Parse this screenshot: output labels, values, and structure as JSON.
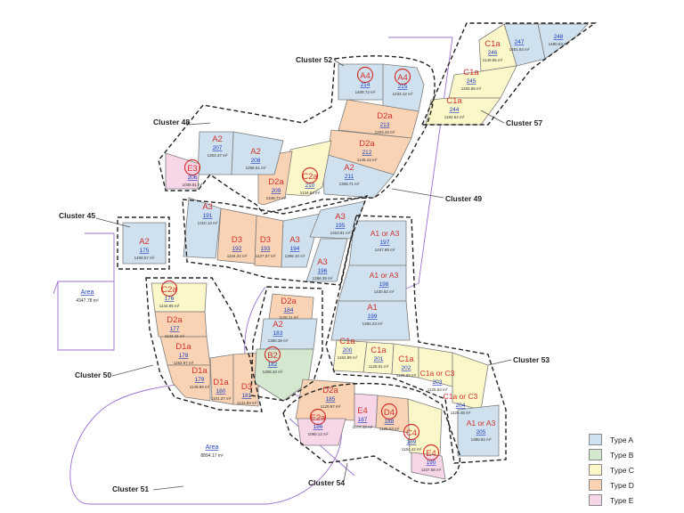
{
  "clusters": [
    {
      "id": "c52",
      "label": "Cluster 52"
    },
    {
      "id": "c48",
      "label": "Cluster 48"
    },
    {
      "id": "c57",
      "label": "Cluster 57"
    },
    {
      "id": "c49",
      "label": "Cluster 49"
    },
    {
      "id": "c45",
      "label": "Cluster 45"
    },
    {
      "id": "c50",
      "label": "Cluster 50"
    },
    {
      "id": "c53",
      "label": "Cluster 53"
    },
    {
      "id": "c51",
      "label": "Cluster 51"
    },
    {
      "id": "c54",
      "label": "Cluster 54"
    }
  ],
  "areas": [
    {
      "label": "Area",
      "value": "4347.78 m²"
    },
    {
      "label": "Area",
      "value": "8894.17 m²"
    }
  ],
  "lots": [
    {
      "type": "A",
      "code": "",
      "num": "247",
      "area": "1451.84 m²"
    },
    {
      "type": "A",
      "code": "",
      "num": "248",
      "area": "1480.63 m²"
    },
    {
      "type": "C",
      "code": "C1a",
      "num": "246",
      "area": "1140.55 m²"
    },
    {
      "type": "C",
      "code": "C1a",
      "num": "245",
      "area": "1193.58 m²"
    },
    {
      "type": "C",
      "code": "C1a",
      "num": "244",
      "area": "1192.64 m²"
    },
    {
      "type": "A",
      "code": "A4",
      "num": "214",
      "area": "1408.72 m²",
      "circled": true
    },
    {
      "type": "A",
      "code": "A4",
      "num": "215",
      "area": "1434.12 m²",
      "circled": true
    },
    {
      "type": "D",
      "code": "D2a",
      "num": "213",
      "area": "1203.43 m²"
    },
    {
      "type": "D",
      "code": "D2a",
      "num": "212",
      "area": "1145.13 m²"
    },
    {
      "type": "A",
      "code": "A2",
      "num": "211",
      "area": "1308.71 m²"
    },
    {
      "type": "C",
      "code": "C2a",
      "num": "210",
      "area": "1134.84 m²",
      "circled": true
    },
    {
      "type": "D",
      "code": "D2a",
      "num": "209",
      "area": "1348.77 m²"
    },
    {
      "type": "A",
      "code": "A2",
      "num": "208",
      "area": "1296.51 m²"
    },
    {
      "type": "A",
      "code": "A2",
      "num": "207",
      "area": "1304.47 m²"
    },
    {
      "type": "E",
      "code": "E3",
      "num": "206",
      "area": "1038.81 m²",
      "circled": true
    },
    {
      "type": "A",
      "code": "A3",
      "num": "191",
      "area": "1310.13 m²"
    },
    {
      "type": "D",
      "code": "D3",
      "num": "192",
      "area": "1104.22 m²"
    },
    {
      "type": "D",
      "code": "D3",
      "num": "193",
      "area": "1127.07 m²"
    },
    {
      "type": "A",
      "code": "A3",
      "num": "194",
      "area": "1386.10 m²"
    },
    {
      "type": "A",
      "code": "A3",
      "num": "195",
      "area": "1310.81 m²"
    },
    {
      "type": "A",
      "code": "A3",
      "num": "196",
      "area": "1386.39 m²"
    },
    {
      "type": "A",
      "code": "A2",
      "num": "175",
      "area": "1408.57 m²"
    },
    {
      "type": "C",
      "code": "C2a",
      "num": "176",
      "area": "1144.85 m²",
      "circled": true
    },
    {
      "type": "D",
      "code": "D2a",
      "num": "177",
      "area": "1144.41 m²"
    },
    {
      "type": "D",
      "code": "D1a",
      "num": "178",
      "area": "1152.97 m²"
    },
    {
      "type": "D",
      "code": "D1a",
      "num": "179",
      "area": "1149.99 m²"
    },
    {
      "type": "D",
      "code": "D1a",
      "num": "180",
      "area": "1101.27 m²"
    },
    {
      "type": "D",
      "code": "D3",
      "num": "181",
      "area": "1141.83 m²"
    },
    {
      "type": "D",
      "code": "D2a",
      "num": "184",
      "area": "1128.11 m²"
    },
    {
      "type": "A",
      "code": "A2",
      "num": "183",
      "area": "1360.38 m²"
    },
    {
      "type": "B",
      "code": "B2",
      "num": "182",
      "area": "1308.33 m²",
      "circled": true
    },
    {
      "type": "A",
      "code": "A1 or A3",
      "num": "197",
      "area": "1437.89 m²"
    },
    {
      "type": "A",
      "code": "A1 or A3",
      "num": "198",
      "area": "1430.92 m²"
    },
    {
      "type": "A",
      "code": "A1",
      "num": "199",
      "area": "1392.23 m²"
    },
    {
      "type": "C",
      "code": "C1a",
      "num": "200",
      "area": "1162.89 m²"
    },
    {
      "type": "C",
      "code": "C1a",
      "num": "201",
      "area": "1128.01 m²"
    },
    {
      "type": "C",
      "code": "C1a",
      "num": "202",
      "area": "1125.69 m²"
    },
    {
      "type": "C",
      "code": "C1a or C3",
      "num": "203",
      "area": "1125.63 m²"
    },
    {
      "type": "C",
      "code": "C1a or C3",
      "num": "204",
      "area": "1125.48 m²"
    },
    {
      "type": "A",
      "code": "A1 or A3",
      "num": "205",
      "area": "1380.82 m²"
    },
    {
      "type": "D",
      "code": "D2a",
      "num": "185",
      "area": "1120.97 m²"
    },
    {
      "type": "E",
      "code": "E2a",
      "num": "186",
      "area": "1090.12 m²",
      "circled": true
    },
    {
      "type": "E",
      "code": "E4",
      "num": "187",
      "area": "1076.48 m²"
    },
    {
      "type": "D",
      "code": "D4",
      "num": "188",
      "area": "1125.03 m²",
      "circled": true
    },
    {
      "type": "C",
      "code": "C4",
      "num": "189",
      "area": "1154.42 m²",
      "circled": true
    },
    {
      "type": "E",
      "code": "E4",
      "num": "190",
      "area": "1107.58 m²",
      "circled": true
    }
  ],
  "legend": [
    {
      "key": "A",
      "label": "Type A",
      "color": "#cfe1ee"
    },
    {
      "key": "B",
      "label": "Type B",
      "color": "#d3e8cf"
    },
    {
      "key": "C",
      "label": "Type C",
      "color": "#fbf7c9"
    },
    {
      "key": "D",
      "label": "Type D",
      "color": "#f9d3b3"
    },
    {
      "key": "E",
      "label": "Type E",
      "color": "#f7d6e8"
    }
  ],
  "colors": {
    "lot_label": "#d1322c",
    "lot_number": "#1f3fbf",
    "area_link": "#1f3fbf",
    "lot_outline": "#7d7d7d",
    "cluster_outline": "#222222",
    "boundary": "#9b6fd2"
  }
}
